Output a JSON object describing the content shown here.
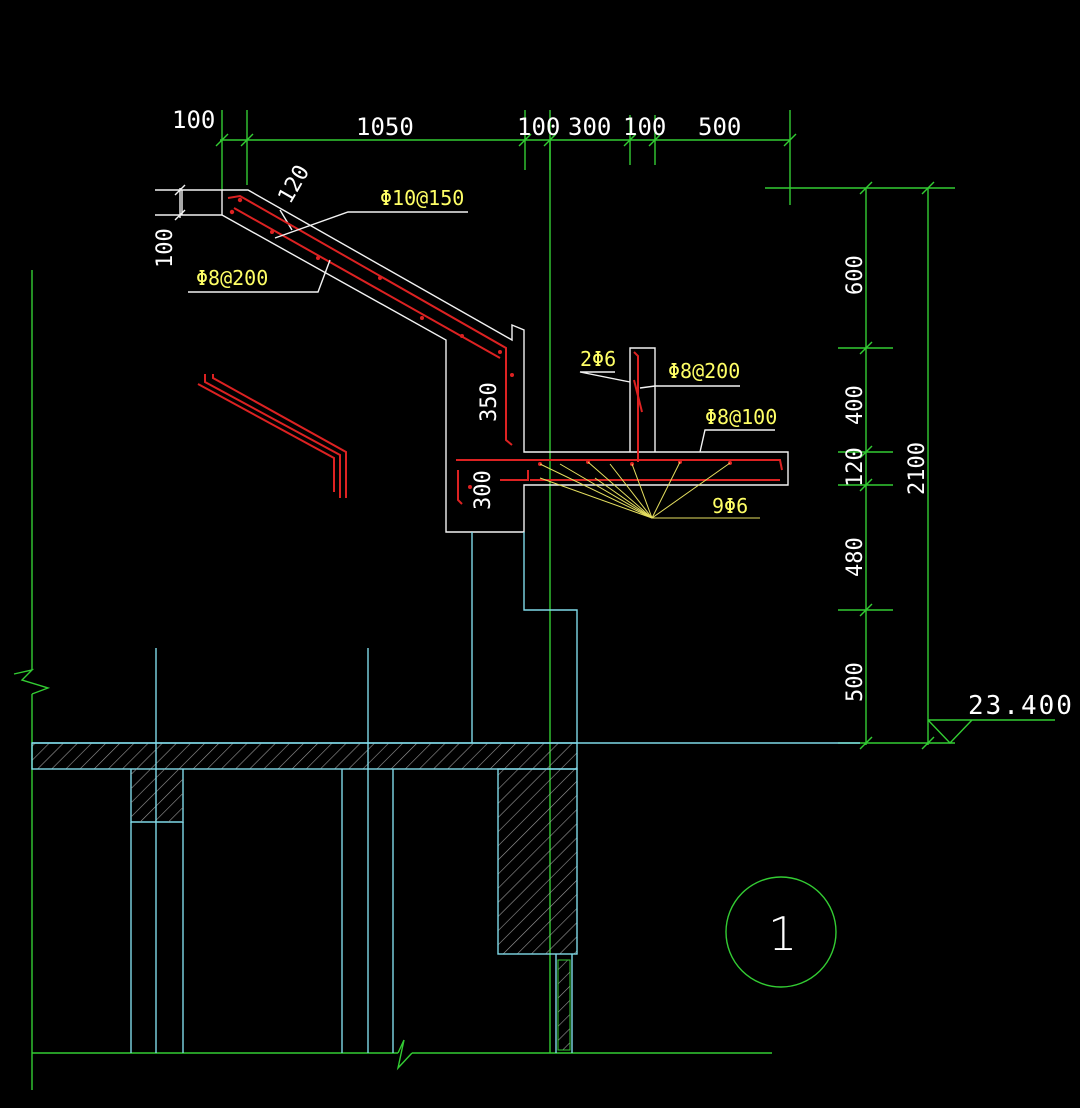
{
  "dimensions_top": [
    "100",
    "1050",
    "100",
    "300",
    "100",
    "500"
  ],
  "dimensions_right": [
    "600",
    "400",
    "120",
    "480",
    "500"
  ],
  "dimension_total": "2100",
  "dimensions_section": {
    "slab_thickness": "120",
    "edge_height": "100",
    "upstand_height": "350",
    "beam_depth": "300"
  },
  "rebar_labels": {
    "slope_top": "Φ10@150",
    "slope_bottom": "Φ8@200",
    "upstand_stirrup": "2Φ6",
    "upstand_bar": "Φ8@200",
    "cantilever_bar": "Φ8@100",
    "distribution": "9Φ6"
  },
  "level": "23.400",
  "detail_number": "1",
  "colors": {
    "background": "#000000",
    "dimension": "#33cc33",
    "outline": "#f2f2f2",
    "concrete": "#7fd9e8",
    "rebar": "#dd2222",
    "rebar_label": "#ffff66"
  }
}
